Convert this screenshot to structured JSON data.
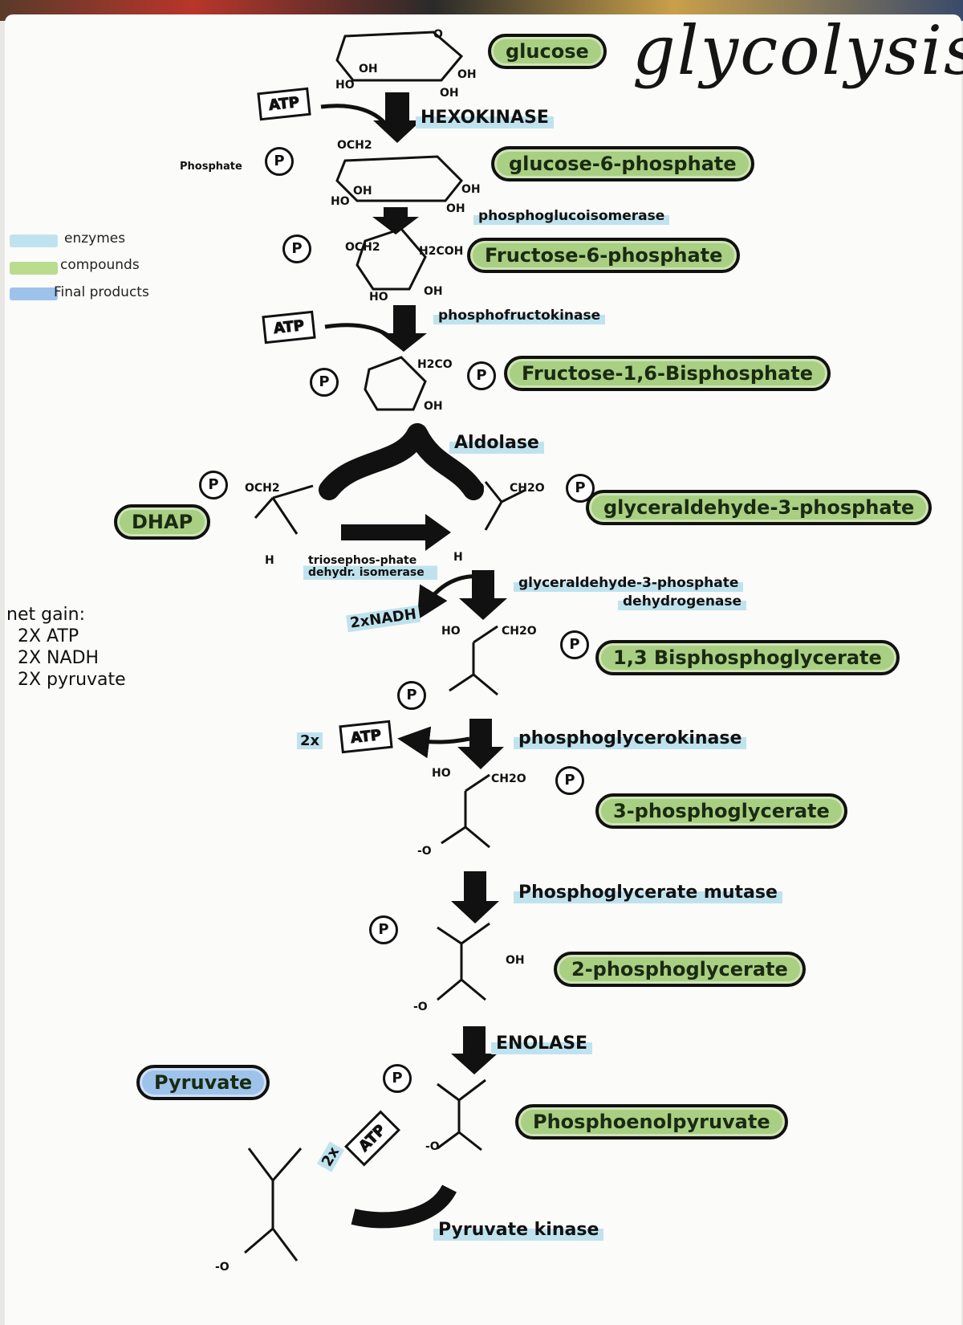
{
  "title": "glycolysis",
  "legend": [
    {
      "label": "enzymes",
      "color": "#bfe3ee"
    },
    {
      "label": "compounds",
      "color": "#b9dc8f"
    },
    {
      "label": "Final products",
      "color": "#9ec3ea"
    }
  ],
  "net_gain": {
    "heading": "net gain:",
    "items": [
      "2X ATP",
      "2X NADH",
      "2X pyruvate"
    ]
  },
  "compounds": {
    "glucose": "glucose",
    "g6p": "glucose-6-phosphate",
    "f6p": "Fructose-6-phosphate",
    "f16bp": "Fructose-1,6-Bisphosphate",
    "g3p": "glyceraldehyde-3-phosphate",
    "dhap": "DHAP",
    "bpg13": "1,3 Bisphosphoglycerate",
    "pg3": "3-phosphoglycerate",
    "pg2": "2-phosphoglycerate",
    "pep": "Phosphoenolpyruvate",
    "pyruvate": "Pyruvate"
  },
  "enzymes": {
    "hexokinase": "HEXOKINASE",
    "pgi": "phosphoglucoisomerase",
    "pfk": "phosphofructokinase",
    "aldolase": "Aldolase",
    "tpi": "triosephos-phate dehydr. isomerase",
    "gapdh_1": "glyceraldehyde-3-phosphate",
    "gapdh_2": "dehydrogenase",
    "pgk": "phosphoglycerokinase",
    "pgm": "Phosphoglycerate mutase",
    "enolase": "ENOLASE",
    "pk": "Pyruvate kinase"
  },
  "cofactors": {
    "atp": "ATP",
    "two_x": "2x",
    "nadh": "2xNADH",
    "phosphate_label": "Phosphate",
    "p": "P"
  },
  "chem_labels": {
    "oh": "OH",
    "ho": "HO",
    "o": "O",
    "h": "H",
    "och2": "OCH2",
    "h2coh": "H2COH",
    "h2co": "H2CO",
    "ch2o": "CH2O",
    "o_minus": "-O"
  }
}
